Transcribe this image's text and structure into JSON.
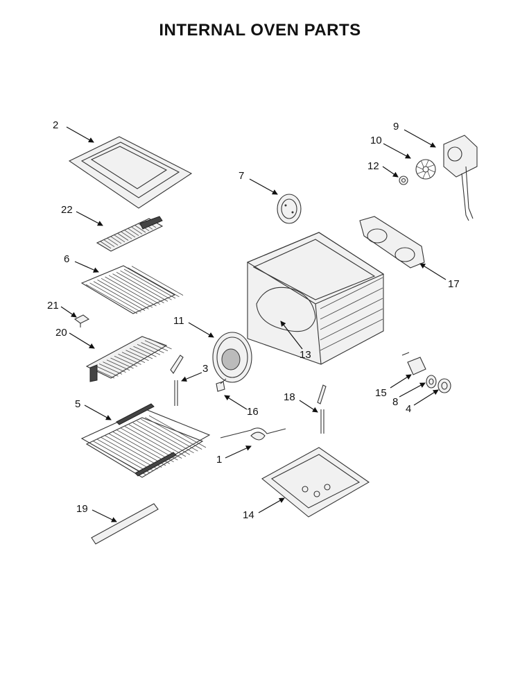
{
  "title": "INTERNAL OVEN PARTS",
  "callouts": [
    {
      "id": "c2",
      "number": "2"
    },
    {
      "id": "c22",
      "number": "22"
    },
    {
      "id": "c6",
      "number": "6"
    },
    {
      "id": "c21",
      "number": "21"
    },
    {
      "id": "c20",
      "number": "20"
    },
    {
      "id": "c5",
      "number": "5"
    },
    {
      "id": "c19",
      "number": "19"
    },
    {
      "id": "c7",
      "number": "7"
    },
    {
      "id": "c11",
      "number": "11"
    },
    {
      "id": "c3",
      "number": "3"
    },
    {
      "id": "c16",
      "number": "16"
    },
    {
      "id": "c13",
      "number": "13"
    },
    {
      "id": "c18",
      "number": "18"
    },
    {
      "id": "c1",
      "number": "1"
    },
    {
      "id": "c14",
      "number": "14"
    },
    {
      "id": "c9",
      "number": "9"
    },
    {
      "id": "c10",
      "number": "10"
    },
    {
      "id": "c12",
      "number": "12"
    },
    {
      "id": "c17",
      "number": "17"
    },
    {
      "id": "c15",
      "number": "15"
    },
    {
      "id": "c8",
      "number": "8"
    },
    {
      "id": "c4",
      "number": "4"
    }
  ]
}
